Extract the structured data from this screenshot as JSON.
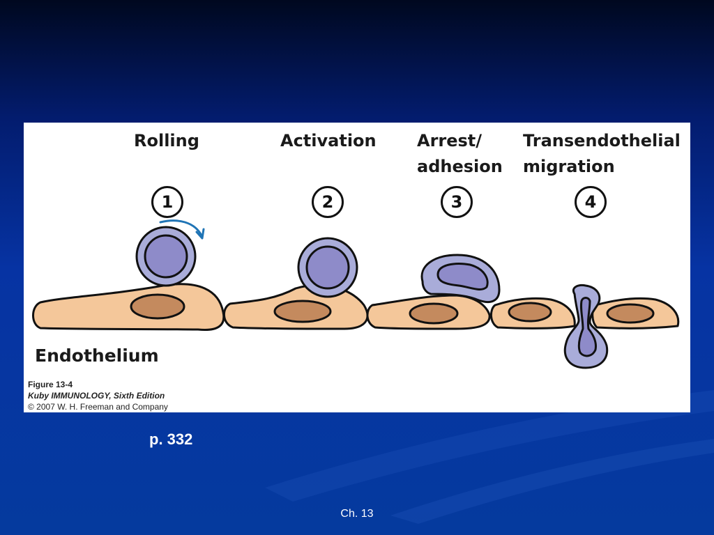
{
  "figure": {
    "stages": [
      {
        "number": "1",
        "lines": [
          "Rolling"
        ]
      },
      {
        "number": "2",
        "lines": [
          "Activation"
        ]
      },
      {
        "number": "3",
        "lines": [
          "Arrest/",
          "adhesion"
        ]
      },
      {
        "number": "4",
        "lines": [
          "Transendothelial",
          "migration"
        ]
      }
    ],
    "endothelium_label": "Endothelium",
    "caption": {
      "figure_number": "Figure 13-4",
      "book": "Kuby IMMUNOLOGY, Sixth Edition",
      "copyright": "© 2007 W. H. Freeman and Company"
    },
    "colors": {
      "endothelial_cell": "#f4c79a",
      "endothelial_nucleus": "#c48a5e",
      "leukocyte": "#a9acd9",
      "leukocyte_nucleus": "#8e8bc9",
      "rolling_arrow": "#1f74b5"
    }
  },
  "slide": {
    "page_ref": "p. 332",
    "footer": "Ch. 13"
  }
}
